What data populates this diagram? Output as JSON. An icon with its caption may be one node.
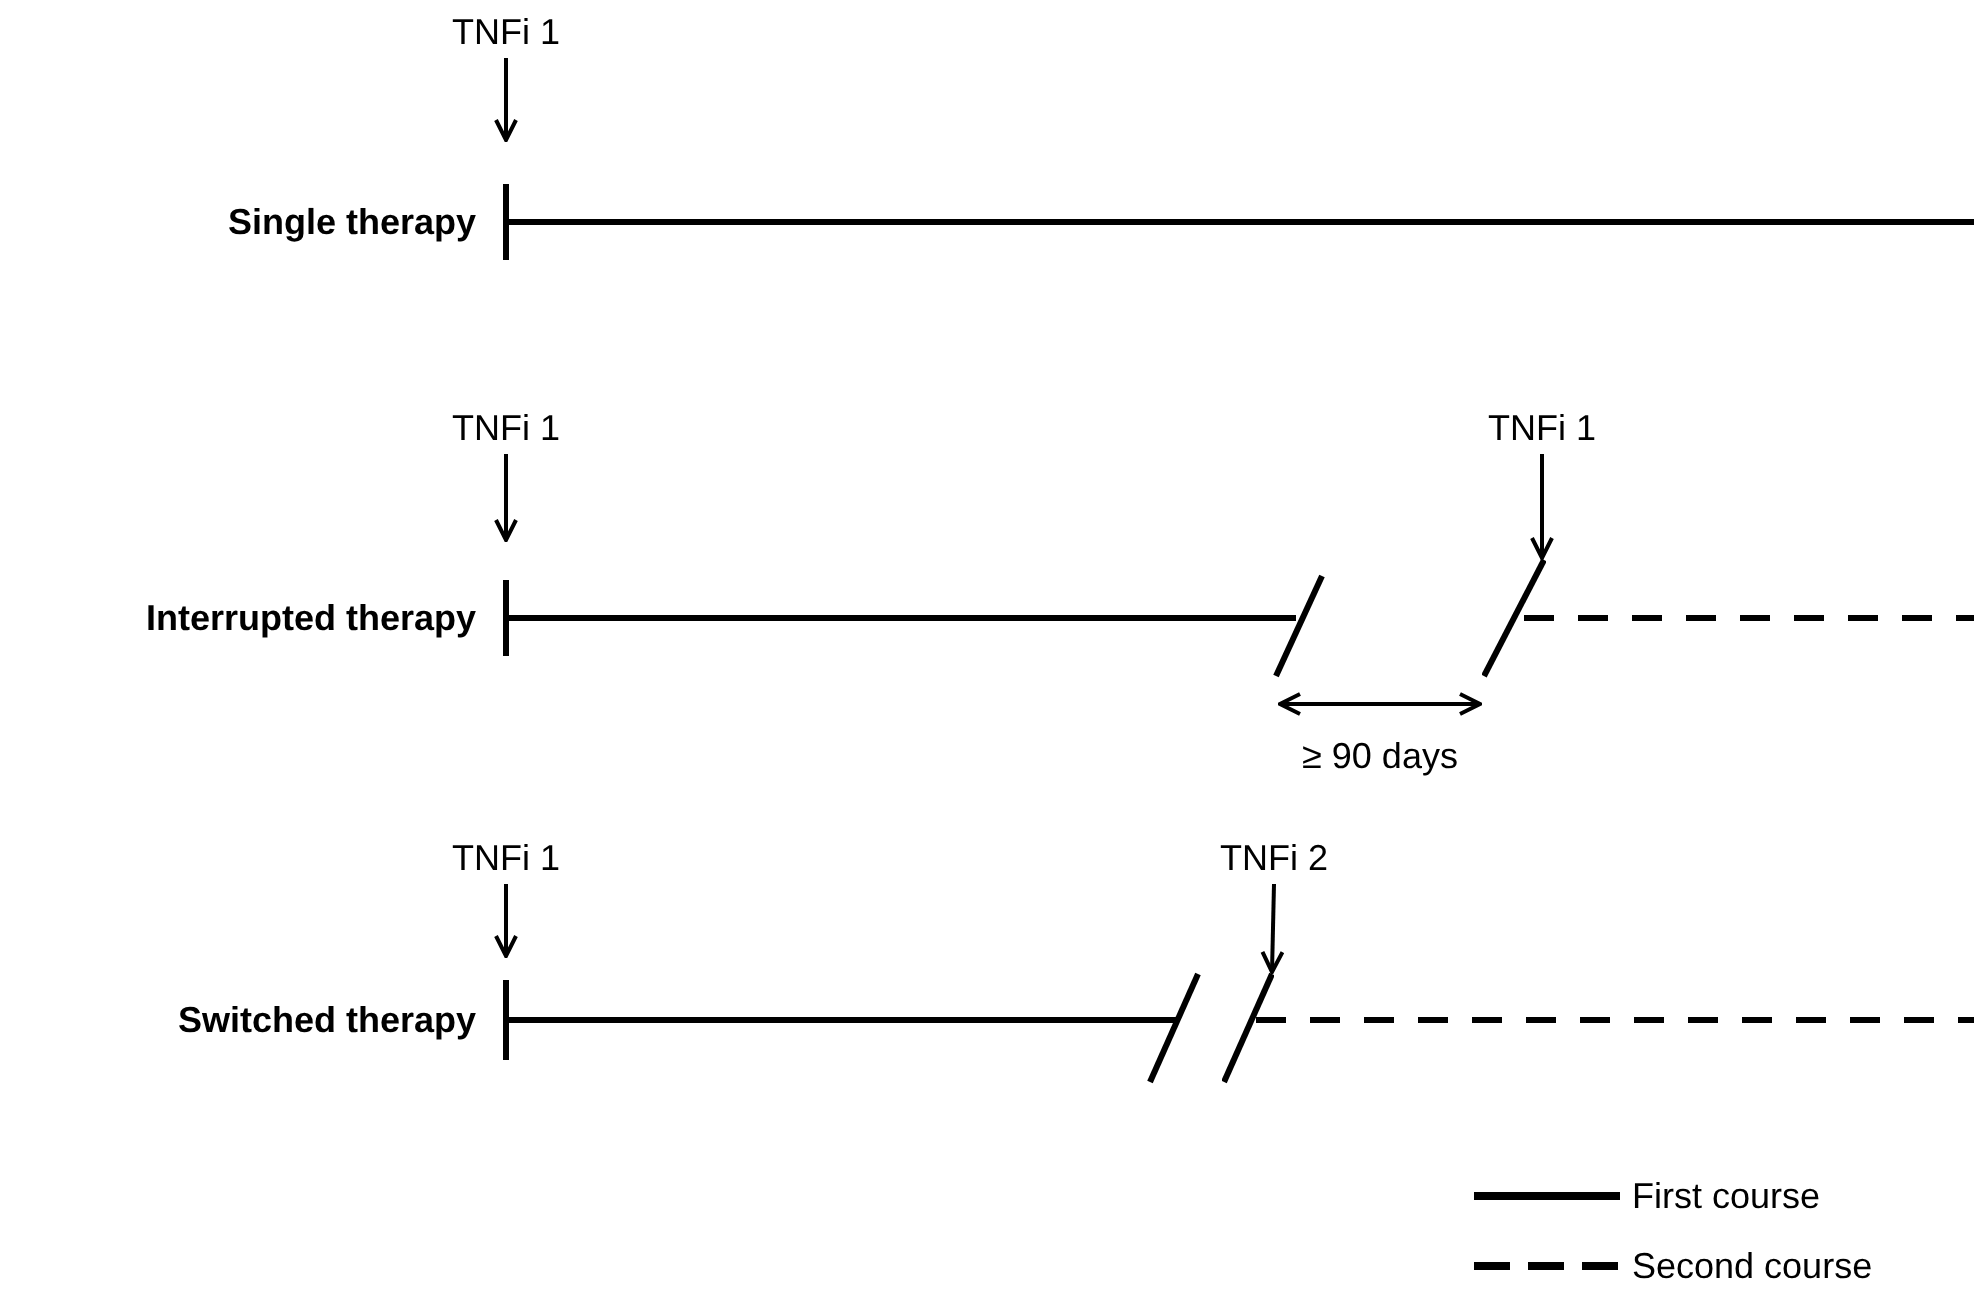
{
  "diagram": {
    "nodes": [
      {
        "text": [
          "TNFi 1"
        ]
      },
      {
        "text": [
          "TNFi 1"
        ]
      },
      {
        "text": [
          "TNFi 1"
        ]
      },
      {
        "text": [
          "TNFi 1"
        ]
      },
      {
        "text": [
          "TNFi 2"
        ]
      },
      {
        "text": [],
        "shape": "bar"
      },
      {
        "text": [],
        "shape": "bar"
      }
    ],
    "edges": [
      {
        "from": 0,
        "to": null,
        "arrow": "to"
      },
      {
        "from": 1,
        "to": null,
        "arrow": "to"
      },
      {
        "from": 2,
        "to": null,
        "arrow": "to"
      },
      {
        "from": 3,
        "to": 5,
        "arrow": "to"
      },
      {
        "from": 4,
        "to": 6,
        "arrow": "to"
      }
    ],
    "labels": [
      "Single therapy",
      "Interrupted therapy",
      "≥ 90 days",
      "Switched therapy"
    ],
    "legend": [
      {
        "text": "First course"
      },
      {
        "text": "Second course"
      }
    ]
  }
}
